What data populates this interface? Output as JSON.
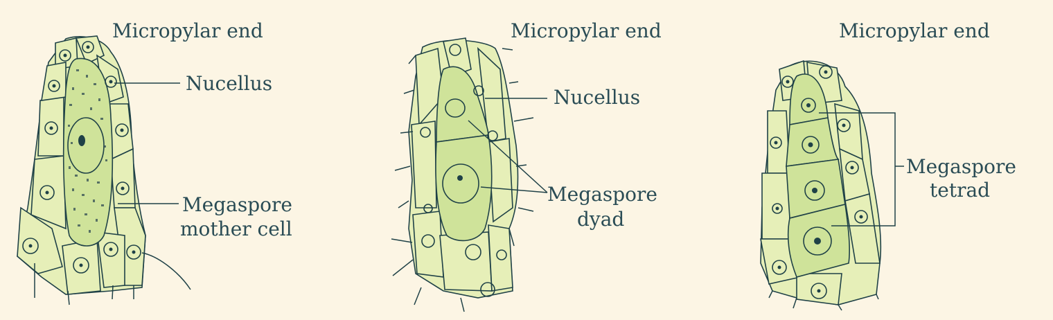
{
  "figures": [
    {
      "heading": "Micropylar end",
      "labels": [
        "Nucellus",
        "Megaspore",
        "mother cell"
      ]
    },
    {
      "heading": "Micropylar end",
      "labels": [
        "Nucellus",
        "Megaspore",
        "dyad"
      ]
    },
    {
      "heading": "Micropylar end",
      "labels": [
        "Megaspore",
        "tetrad"
      ]
    }
  ],
  "colors": {
    "background": "#fcf5e4",
    "cell_fill": "#e6efb8",
    "cell_fill_deep": "#cfe39a",
    "outline": "#1f4147",
    "label_text": "#2a4c55",
    "speckle": "#2f4a52"
  }
}
